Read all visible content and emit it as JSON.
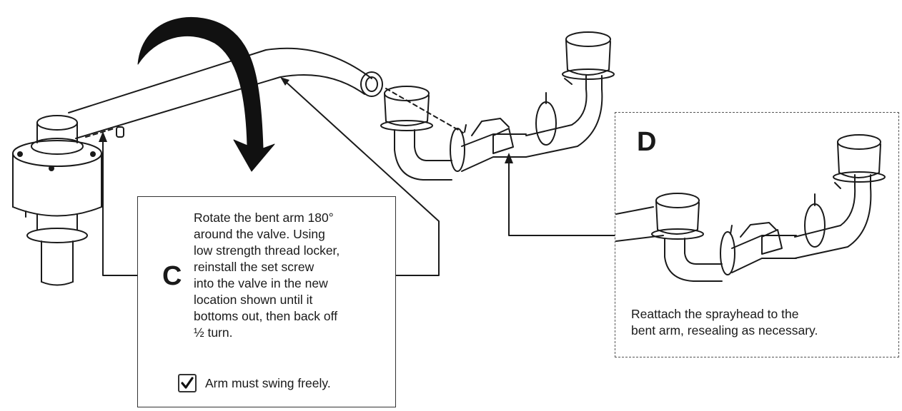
{
  "step_c": {
    "letter": "C",
    "lines": [
      "Rotate the bent arm 180°",
      "around the valve. Using",
      "low strength thread locker,",
      "reinstall the set screw",
      "into the valve in the new",
      "location shown until it",
      "bottoms out, then back off",
      "½ turn."
    ],
    "check_note": "Arm must swing freely.",
    "check_icon": "checkmark-icon"
  },
  "step_d": {
    "letter": "D",
    "lines": [
      "Reattach the sprayhead to the",
      "bent arm, resealing as necessary."
    ]
  },
  "icons": {
    "rotation": "curved-rotation-arrow-icon",
    "pointer": "leader-arrow-icon"
  },
  "colors": {
    "line": "#1a1a1a",
    "arrow_fill": "#111111"
  }
}
